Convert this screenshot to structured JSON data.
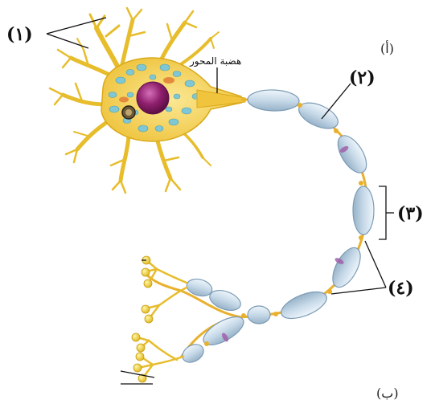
{
  "diagram": {
    "labels": {
      "one": "(١)",
      "two": "(٢)",
      "three": "(٣)",
      "four": "(٤)",
      "axon_hillock": "هضبة المحور",
      "part_a": "(أ)",
      "part_b": "(ب)"
    },
    "colors": {
      "dendrite": "#f2cc3b",
      "dendrite_edge": "#d9a91a",
      "cell_body": "#f6d65a",
      "cytoplasm_granules": "#7fc7d4",
      "nucleus": "#8e1f6d",
      "myelin": "#c9dcea",
      "myelin_edge": "#7b9bb5",
      "node": "#e9b02c",
      "terminal_bulb": "#f0d22e"
    }
  }
}
